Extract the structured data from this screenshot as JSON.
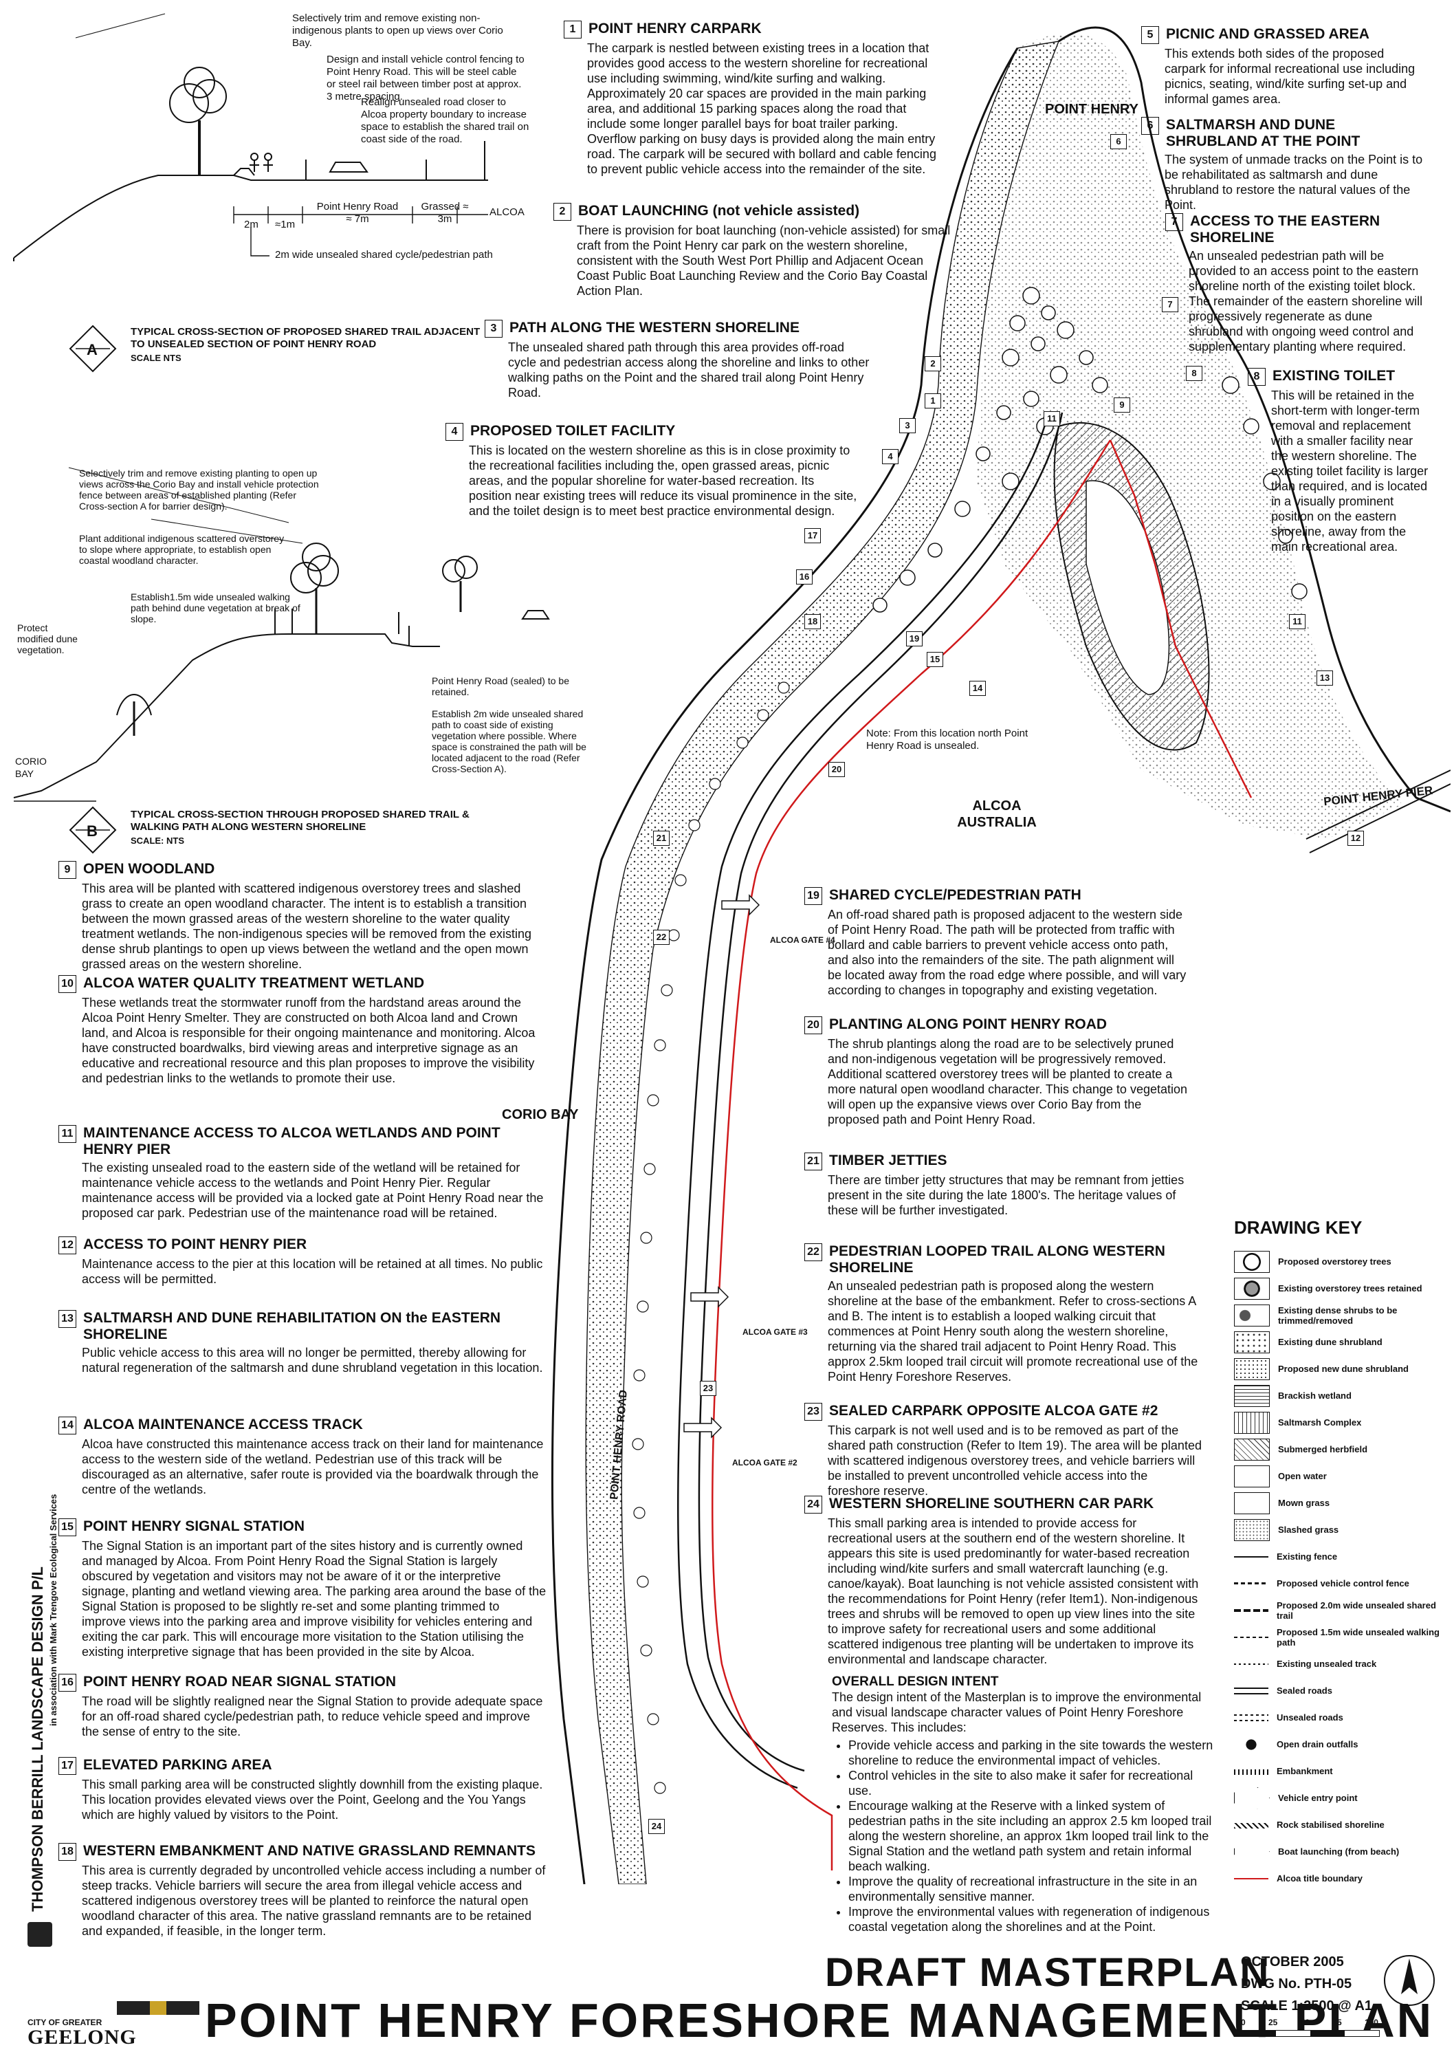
{
  "section_a": {
    "notes": [
      "Selectively trim and remove existing non-indigenous plants to open up views over Corio Bay.",
      "Design and install vehicle control fencing to Point Henry Road. This will be steel cable or steel rail between timber post at approx. 3 metre spacing.",
      "Realign unsealed road closer to Alcoa property boundary to increase space to establish the shared trail on coast side of the road."
    ],
    "dims": [
      "2m",
      "≈1m",
      "Point Henry Road ≈ 7m",
      "Grassed ≈ 3m",
      "ALCOA"
    ],
    "path_label": "2m wide unsealed shared cycle/pedestrian path",
    "marker": "A",
    "title": "TYPICAL CROSS-SECTION OF PROPOSED SHARED TRAIL ADJACENT TO UNSEALED SECTION OF POINT HENRY ROAD",
    "scale": "SCALE NTS"
  },
  "section_b": {
    "notes": [
      "Selectively trim and remove existing planting to open up views across the Corio Bay and install vehicle protection fence between areas of established planting (Refer Cross-section A for barrier design).",
      "Plant additional indigenous scattered overstorey to slope where appropriate, to establish open coastal woodland character.",
      "Establish1.5m wide unsealed walking path behind dune vegetation at break of slope.",
      "Protect modified dune vegetation.",
      "Point Henry Road (sealed) to be retained.",
      "Establish 2m wide unsealed shared path to coast side of existing vegetation where possible. Where space is constrained the path will be located adjacent to the road (Refer Cross-Section A)."
    ],
    "corio": "CORIO BAY",
    "marker": "B",
    "title": "TYPICAL CROSS-SECTION THROUGH PROPOSED SHARED TRAIL & WALKING PATH ALONG WESTERN SHORELINE",
    "scale": "SCALE: NTS"
  },
  "items": [
    {
      "n": "1",
      "h": "POINT HENRY CARPARK",
      "t": "The carpark is nestled between existing trees in a location that provides good access to the western shoreline for recreational use including swimming, wind/kite surfing and walking. Approximately 20 car spaces are provided in the main parking area, and additional 15 parking spaces along the road that include some longer parallel bays for boat trailer parking. Overflow parking on busy days is provided along the main entry road. The carpark will be secured with bollard and cable fencing to prevent public vehicle access into the remainder of the site."
    },
    {
      "n": "2",
      "h": "BOAT LAUNCHING (not vehicle assisted)",
      "t": "There is provision for boat launching (non-vehicle assisted) for small craft from the Point Henry car park on the western shoreline, consistent with the South West Port Phillip and Adjacent Ocean Coast Public Boat Launching Review and the Corio Bay Coastal Action Plan."
    },
    {
      "n": "3",
      "h": "PATH ALONG THE WESTERN SHORELINE",
      "t": "The unsealed shared path through this area provides off-road cycle and pedestrian access along the shoreline and links to other walking paths on the Point and the shared trail along Point Henry Road."
    },
    {
      "n": "4",
      "h": "PROPOSED TOILET FACILITY",
      "t": "This is located on the western shoreline as this is in close proximity to the recreational facilities including the, open grassed areas, picnic areas, and the popular shoreline for water-based recreation. Its position near existing trees will reduce its visual prominence in the site, and the toilet design is to meet best practice environmental design."
    },
    {
      "n": "5",
      "h": "PICNIC AND GRASSED AREA",
      "t": "This extends both sides of the proposed carpark for informal recreational use including picnics, seating, wind/kite surfing set-up and informal games area."
    },
    {
      "n": "6",
      "h": "SALTMARSH AND DUNE SHRUBLAND AT THE POINT",
      "t": "The system of unmade tracks on the Point is to be rehabilitated as saltmarsh and dune shrubland to restore the natural values of the Point."
    },
    {
      "n": "7",
      "h": "ACCESS TO THE EASTERN SHORELINE",
      "t": "An unsealed pedestrian path will be provided to an access point to the eastern shoreline north of the existing toilet block. The remainder of the eastern shoreline will progressively regenerate as dune shrubland with ongoing weed control and supplementary planting where required."
    },
    {
      "n": "8",
      "h": "EXISTING TOILET",
      "t": "This will be retained in the short-term with longer-term removal and replacement with a smaller facility near the western shoreline. The existing toilet facility is larger than required, and is located in a visually prominent position on the eastern shoreline, away from the main recreational area."
    },
    {
      "n": "9",
      "h": "OPEN WOODLAND",
      "t": "This area will be planted with scattered indigenous overstorey trees and slashed grass to create an open woodland character. The intent is to establish a transition between the mown grassed areas of the western shoreline to the water quality treatment wetlands. The non-indigenous species will be removed from the existing dense shrub plantings to open up views between the wetland and the open mown grassed areas on the western shoreline."
    },
    {
      "n": "10",
      "h": "ALCOA WATER QUALITY TREATMENT WETLAND",
      "t": "These wetlands treat the stormwater runoff from the hardstand areas around the Alcoa Point Henry Smelter. They are constructed on both Alcoa land and Crown land, and Alcoa is responsible for their ongoing maintenance and monitoring. Alcoa have constructed boardwalks, bird viewing areas and interpretive signage as an educative and recreational resource and this plan proposes to improve the visibility and pedestrian links to the wetlands to promote their use."
    },
    {
      "n": "11",
      "h": "MAINTENANCE ACCESS TO ALCOA WETLANDS AND POINT HENRY PIER",
      "t": "The existing unsealed road to the eastern side of the wetland will be retained for maintenance vehicle access to the wetlands and Point Henry Pier. Regular maintenance access will be provided via a locked gate at Point Henry Road near the proposed car park. Pedestrian use of the maintenance road will be retained."
    },
    {
      "n": "12",
      "h": "ACCESS TO POINT HENRY PIER",
      "t": "Maintenance access to the pier at this location will be retained at all times. No public access will be permitted."
    },
    {
      "n": "13",
      "h": "SALTMARSH AND DUNE REHABILITATION ON the EASTERN SHORELINE",
      "t": "Public vehicle access to this area will no longer be permitted, thereby allowing for natural regeneration of the saltmarsh and dune shrubland vegetation in this location."
    },
    {
      "n": "14",
      "h": "ALCOA MAINTENANCE ACCESS TRACK",
      "t": "Alcoa have constructed this maintenance access track on their land for maintenance access to the western side of the wetland. Pedestrian use of this track will be discouraged as an alternative, safer route is provided via the boardwalk through the centre of the wetlands."
    },
    {
      "n": "15",
      "h": "POINT HENRY SIGNAL STATION",
      "t": "The Signal Station is an important part of the sites history and is currently owned and managed by Alcoa. From Point Henry Road the Signal Station is largely obscured by vegetation and visitors may not be aware of it or the interpretive signage, planting and wetland viewing area. The parking area around the base of the Signal Station is proposed to be slightly re-set and some planting trimmed to improve views into the parking area and improve visibility for vehicles entering and exiting the car park. This will encourage more visitation to the Station utilising the existing interpretive signage that has been provided in the site by Alcoa."
    },
    {
      "n": "16",
      "h": "POINT HENRY ROAD NEAR SIGNAL STATION",
      "t": "The road will be slightly realigned near the Signal Station to provide adequate space for an off-road shared cycle/pedestrian path, to reduce vehicle speed and improve the sense of entry to the site."
    },
    {
      "n": "17",
      "h": "ELEVATED PARKING AREA",
      "t": "This small parking area will be constructed slightly downhill from the existing plaque. This location provides elevated views over the Point, Geelong and the You Yangs which are highly valued by visitors to the Point."
    },
    {
      "n": "18",
      "h": "WESTERN EMBANKMENT AND NATIVE GRASSLAND REMNANTS",
      "t": "This area is currently degraded by uncontrolled vehicle access including a number of steep tracks. Vehicle barriers will secure the area from illegal vehicle access and scattered indigenous overstorey trees will be planted to reinforce the natural open woodland character of this area. The native grassland remnants are to be retained and expanded, if feasible, in the longer term."
    },
    {
      "n": "19",
      "h": "SHARED CYCLE/PEDESTRIAN PATH",
      "t": "An off-road shared path is proposed adjacent to the western side of Point Henry Road. The path will be protected from traffic with bollard and cable barriers to prevent vehicle access onto path, and also into the remainders of the site. The path alignment will be located away from the road edge where possible, and will vary according to changes in topography and existing vegetation."
    },
    {
      "n": "20",
      "h": "PLANTING ALONG POINT HENRY ROAD",
      "t": "The shrub plantings along the road are to be selectively pruned and non-indigenous vegetation will be progressively removed. Additional scattered overstorey trees will be planted to create a more natural open woodland character. This change to vegetation will open up the expansive views over Corio Bay from the proposed path and Point Henry Road."
    },
    {
      "n": "21",
      "h": "TIMBER JETTIES",
      "t": "There are timber jetty structures that may be remnant from jetties present in the site during the late 1800's. The heritage values of these will be further investigated."
    },
    {
      "n": "22",
      "h": "PEDESTRIAN LOOPED TRAIL ALONG WESTERN SHORELINE",
      "t": "An unsealed pedestrian path is proposed along the western shoreline at the base of the embankment. Refer to cross-sections A and B. The intent is to establish a looped walking circuit that commences at Point Henry south along the western shoreline, returning via the shared trail adjacent to Point Henry Road. This approx 2.5km looped trail circuit will promote recreational use of the Point Henry Foreshore Reserves."
    },
    {
      "n": "23",
      "h": "SEALED CARPARK OPPOSITE ALCOA GATE #2",
      "t": "This carpark is not well used and is to be removed as part of the shared path construction (Refer to Item 19). The area will be planted with scattered indigenous overstorey trees, and vehicle barriers will be installed to prevent uncontrolled vehicle access into the foreshore reserve."
    },
    {
      "n": "24",
      "h": "WESTERN SHORELINE SOUTHERN CAR PARK",
      "t": "This small parking area is intended to provide access for recreational users at the southern end of the western shoreline. It appears this site is used predominantly for water-based recreation including wind/kite surfers and small watercraft launching (e.g. canoe/kayak). Boat launching is not vehicle assisted consistent with the recommendations for Point Henry (refer Item1). Non-indigenous trees and shrubs will be removed to open up view lines into the site to improve safety for recreational users and some additional scattered indigenous tree planting will be undertaken to improve its environmental and landscape character."
    }
  ],
  "intent": {
    "title": "OVERALL DESIGN INTENT",
    "lead": "The design intent of the Masterplan is to improve the environmental and visual landscape character values of Point Henry Foreshore Reserves. This includes:",
    "bullets": [
      "Provide vehicle access and parking in the site towards the western shoreline to reduce the environmental impact of vehicles.",
      "Control vehicles in the site to also make it safer for recreational use.",
      "Encourage walking at the Reserve with a linked system of pedestrian paths in the site including an approx 2.5 km looped trail along the western shoreline, an approx 1km looped trail link to the Signal Station and the wetland path system and retain informal beach walking.",
      "Improve the quality of recreational infrastructure in the site in an environmentally sensitive manner.",
      "Improve the environmental values with regeneration of indigenous coastal vegetation along the shorelines and at the Point."
    ]
  },
  "map": {
    "point_henry": "POINT HENRY",
    "alcoa": "ALCOA AUSTRALIA",
    "corio_bay": "CORIO BAY",
    "pier": "POINT HENRY PIER",
    "road": "POINT HENRY ROAD",
    "note": "Note: From this location north Point Henry Road is unsealed.",
    "gates": [
      "ALCOA GATE #4",
      "ALCOA GATE #3",
      "ALCOA GATE #2"
    ]
  },
  "key": {
    "title": "DRAWING KEY",
    "items": [
      "Proposed overstorey trees",
      "Existing overstorey trees retained",
      "Existing dense shrubs to be trimmed/removed",
      "Existing dune shrubland",
      "Proposed new dune shrubland",
      "Brackish wetland",
      "Saltmarsh Complex",
      "Submerged herbfield",
      "Open water",
      "Mown grass",
      "Slashed grass",
      "Existing fence",
      "Proposed vehicle control fence",
      "Proposed 2.0m wide unsealed shared trail",
      "Proposed 1.5m wide unsealed walking path",
      "Existing unsealed track",
      "Sealed roads",
      "Unsealed roads",
      "Open drain outfalls",
      "Embankment",
      "Vehicle entry point",
      "Rock stabilised shoreline",
      "Boat launching (from beach)",
      "Alcoa title boundary"
    ]
  },
  "titleblock": {
    "draft": "DRAFT MASTERPLAN",
    "plan": "POINT HENRY FORESHORE MANAGEMENT PLAN",
    "date": "OCTOBER 2005",
    "dwg": "DWG No. PTH-05",
    "scale": "SCALE 1:2500 @ A1",
    "scale_ticks": [
      "0",
      "25",
      "50",
      "75",
      "100"
    ],
    "designer": "THOMPSON BERRILL LANDSCAPE DESIGN P/L",
    "assoc": "in association with Mark Trengove Ecological Services",
    "city_small": "CITY OF GREATER",
    "city": "GEELONG"
  },
  "colors": {
    "boundary": "#d0191b",
    "ink": "#111111"
  }
}
